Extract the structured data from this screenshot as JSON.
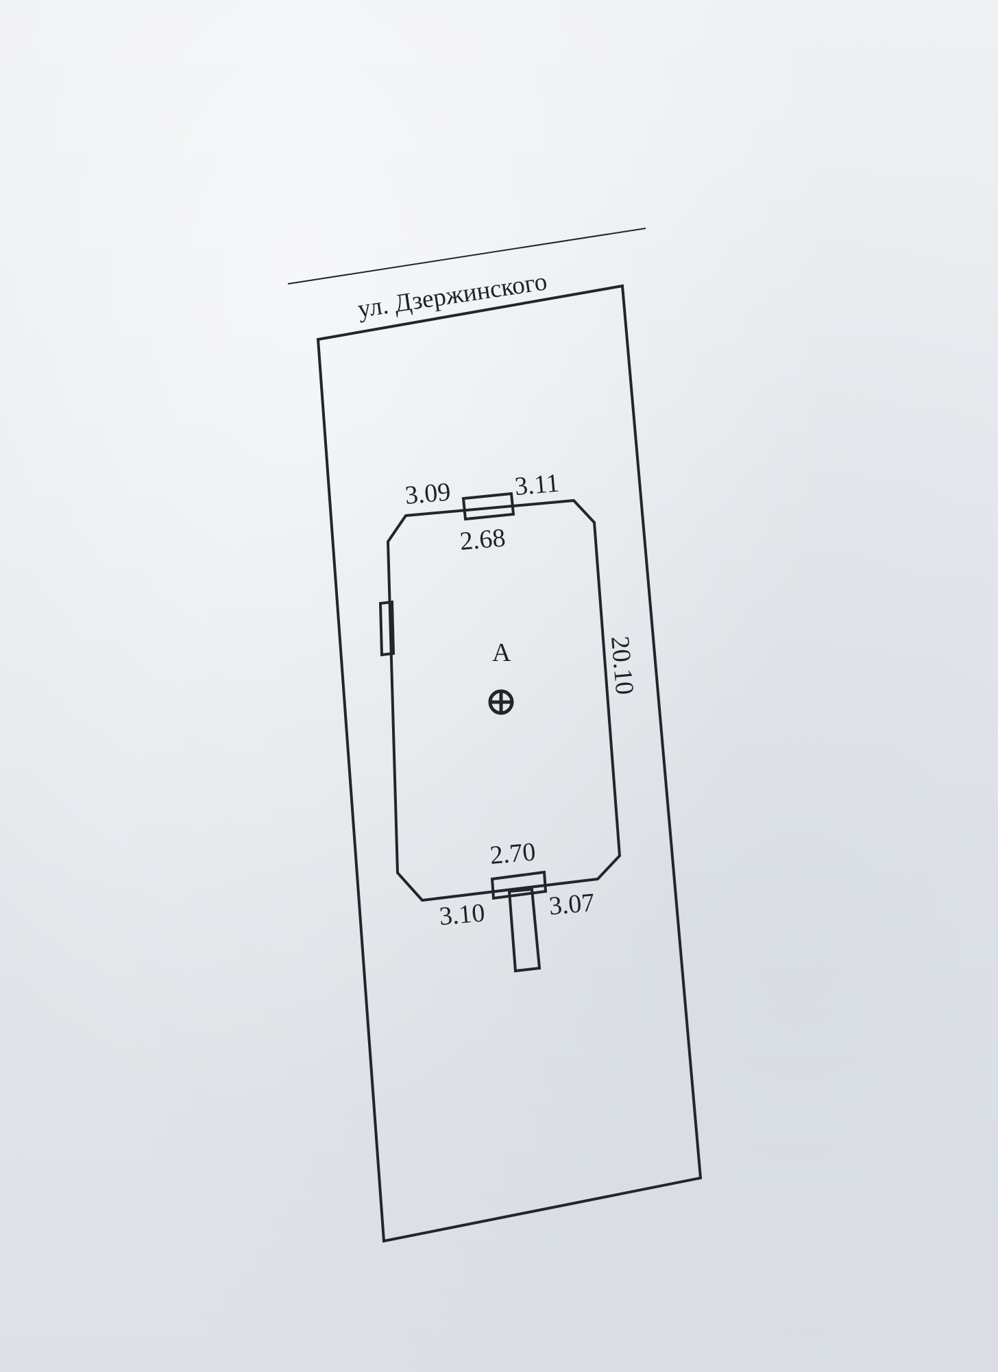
{
  "street_label": "ул. Дзержинского",
  "building_label": "А",
  "dimensions": {
    "top_left": "3.09",
    "top_right": "3.11",
    "top_porch": "2.68",
    "right_side": "20.10",
    "bottom_porch": "2.70",
    "bottom_left": "3.10",
    "bottom_right": "3.07"
  },
  "icons": {
    "center_marker": "crosshair-circle-icon"
  },
  "colors": {
    "paper": "#e6e9ec",
    "ink": "#22262b"
  }
}
